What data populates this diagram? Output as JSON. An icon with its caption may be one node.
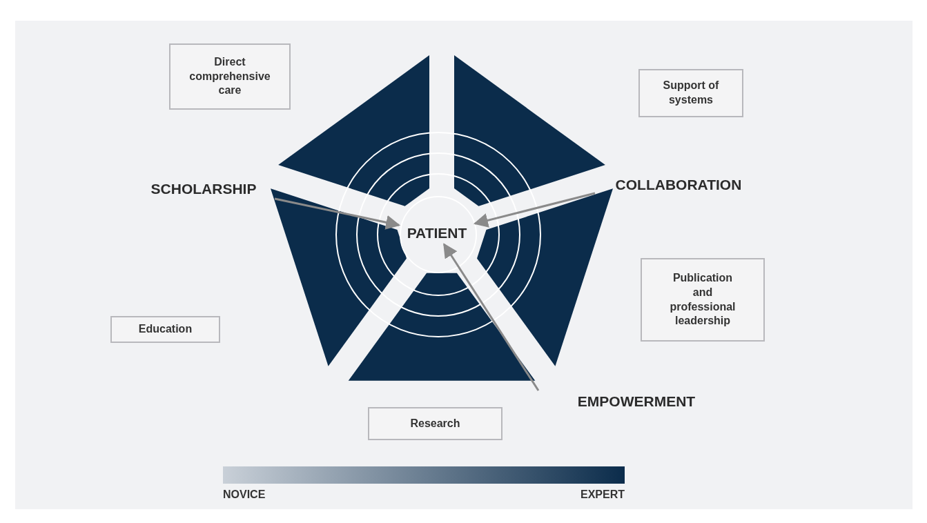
{
  "diagram": {
    "nodes": [
      {
        "text": [
          "Direct comprehensive care"
        ]
      },
      {
        "text": [
          "Support of systems"
        ]
      },
      {
        "text": [
          "SCHOLARSHIP"
        ]
      },
      {
        "text": [
          "COLLABORATION"
        ]
      },
      {
        "text": [
          "PATIENT"
        ]
      },
      {
        "text": [
          "Publication and professional leadership"
        ]
      },
      {
        "text": [
          "Education"
        ]
      },
      {
        "text": [
          "EMPOWERMENT"
        ]
      },
      {
        "text": [
          "Research"
        ]
      }
    ],
    "edges": [
      {
        "from": 2,
        "to": 4,
        "arrow": "to"
      },
      {
        "from": 3,
        "to": 4,
        "arrow": "to"
      },
      {
        "from": 7,
        "to": 4,
        "arrow": "to"
      }
    ],
    "labels": [
      "NOVICE",
      "EXPERT"
    ]
  }
}
